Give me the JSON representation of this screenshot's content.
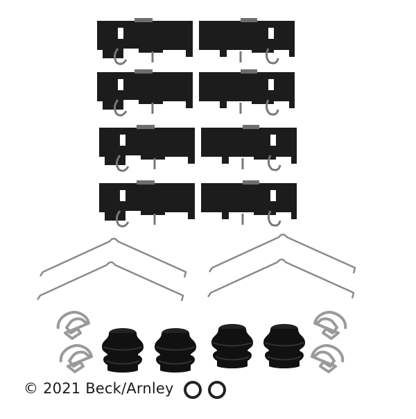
{
  "image": {
    "subject": "Disc brake hardware kit",
    "background": "#ffffff"
  },
  "copyright": {
    "text": "© 2021 Beck/Arnley"
  },
  "parts": {
    "anti_rattle_clips": {
      "count": 8,
      "color": "#1c1c1c"
    },
    "wire_springs": {
      "count": 4,
      "color": "#8a8a8a"
    },
    "guide_pin_clips": {
      "count": 4,
      "color": "#9a9a9a"
    },
    "rubber_boots": {
      "count": 4,
      "color": "#111111"
    },
    "o_rings": {
      "count": 2,
      "color": "#222222"
    }
  }
}
